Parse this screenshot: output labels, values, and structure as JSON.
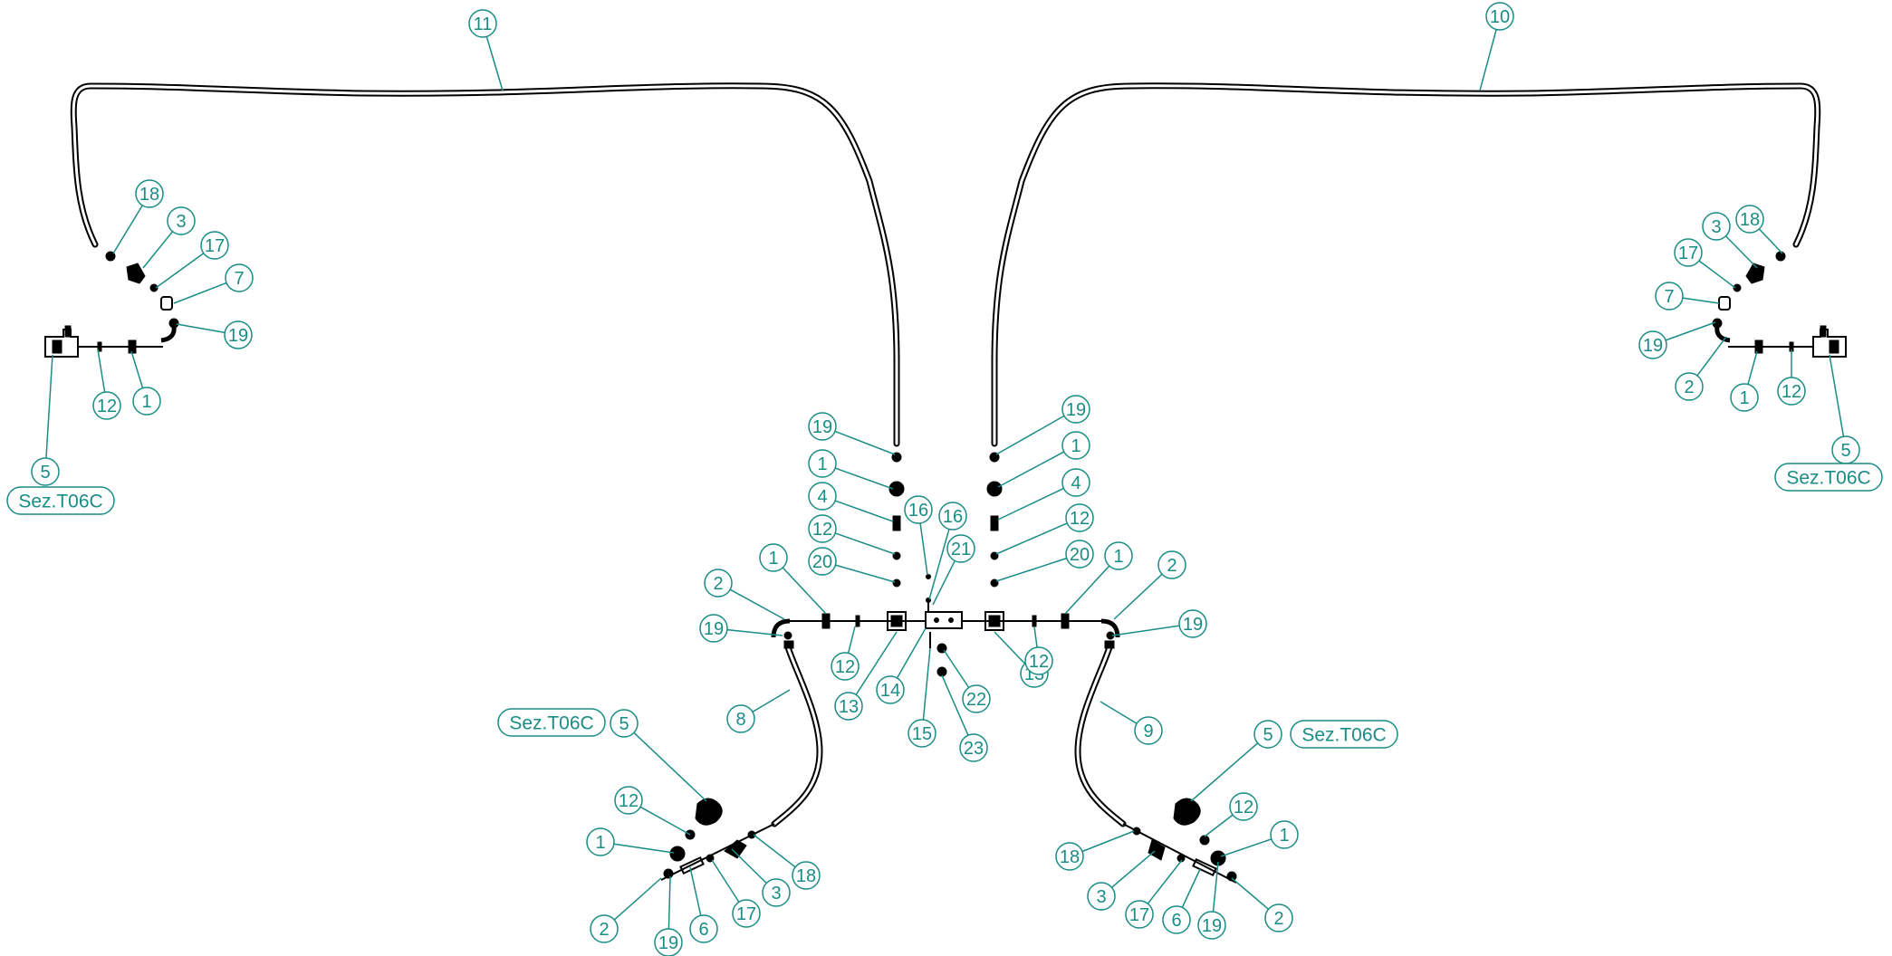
{
  "colors": {
    "callout": "#1a8c86",
    "line": "#000000",
    "background": "#ffffff"
  },
  "callouts": [
    {
      "id": "c11",
      "label": "11"
    },
    {
      "id": "c10",
      "label": "10"
    },
    {
      "id": "c18a",
      "label": "18"
    },
    {
      "id": "c3a",
      "label": "3"
    },
    {
      "id": "c17a",
      "label": "17"
    },
    {
      "id": "c7a",
      "label": "7"
    },
    {
      "id": "c19a",
      "label": "19"
    },
    {
      "id": "c12a",
      "label": "12"
    },
    {
      "id": "c1a",
      "label": "1"
    },
    {
      "id": "c5a",
      "label": "5"
    },
    {
      "id": "c3b",
      "label": "3"
    },
    {
      "id": "c18b",
      "label": "18"
    },
    {
      "id": "c17b",
      "label": "17"
    },
    {
      "id": "c7b",
      "label": "7"
    },
    {
      "id": "c19b",
      "label": "19"
    },
    {
      "id": "c2b",
      "label": "2"
    },
    {
      "id": "c1b",
      "label": "1"
    },
    {
      "id": "c12b",
      "label": "12"
    },
    {
      "id": "c5b",
      "label": "5"
    },
    {
      "id": "c19c",
      "label": "19"
    },
    {
      "id": "c1c",
      "label": "1"
    },
    {
      "id": "c4c",
      "label": "4"
    },
    {
      "id": "c12c",
      "label": "12"
    },
    {
      "id": "c20c",
      "label": "20"
    },
    {
      "id": "c16c",
      "label": "16"
    },
    {
      "id": "c16d",
      "label": "16"
    },
    {
      "id": "c21",
      "label": "21"
    },
    {
      "id": "c19d",
      "label": "19"
    },
    {
      "id": "c1d",
      "label": "1"
    },
    {
      "id": "c4d",
      "label": "4"
    },
    {
      "id": "c12d",
      "label": "12"
    },
    {
      "id": "c20d",
      "label": "20"
    },
    {
      "id": "c1e",
      "label": "1"
    },
    {
      "id": "c2e",
      "label": "2"
    },
    {
      "id": "c19e",
      "label": "19"
    },
    {
      "id": "c12e",
      "label": "12"
    },
    {
      "id": "c13e",
      "label": "13"
    },
    {
      "id": "c14",
      "label": "14"
    },
    {
      "id": "c15",
      "label": "15"
    },
    {
      "id": "c22",
      "label": "22"
    },
    {
      "id": "c23",
      "label": "23"
    },
    {
      "id": "c13f",
      "label": "13"
    },
    {
      "id": "c12f",
      "label": "12"
    },
    {
      "id": "c1f",
      "label": "1"
    },
    {
      "id": "c2f",
      "label": "2"
    },
    {
      "id": "c19f",
      "label": "19"
    },
    {
      "id": "c8",
      "label": "8"
    },
    {
      "id": "c9",
      "label": "9"
    },
    {
      "id": "c5g",
      "label": "5"
    },
    {
      "id": "c12g",
      "label": "12"
    },
    {
      "id": "c1g",
      "label": "1"
    },
    {
      "id": "c2g",
      "label": "2"
    },
    {
      "id": "c19g",
      "label": "19"
    },
    {
      "id": "c6g",
      "label": "6"
    },
    {
      "id": "c17g",
      "label": "17"
    },
    {
      "id": "c3g",
      "label": "3"
    },
    {
      "id": "c18g",
      "label": "18"
    },
    {
      "id": "c5h",
      "label": "5"
    },
    {
      "id": "c12h",
      "label": "12"
    },
    {
      "id": "c1h",
      "label": "1"
    },
    {
      "id": "c18h",
      "label": "18"
    },
    {
      "id": "c3h",
      "label": "3"
    },
    {
      "id": "c17h",
      "label": "17"
    },
    {
      "id": "c6h",
      "label": "6"
    },
    {
      "id": "c19h",
      "label": "19"
    },
    {
      "id": "c2h",
      "label": "2"
    }
  ],
  "section_refs": [
    {
      "id": "sA",
      "label": "Sez.T06C"
    },
    {
      "id": "sB",
      "label": "Sez.T06C"
    },
    {
      "id": "sC",
      "label": "Sez.T06C"
    },
    {
      "id": "sD",
      "label": "Sez.T06C"
    }
  ]
}
